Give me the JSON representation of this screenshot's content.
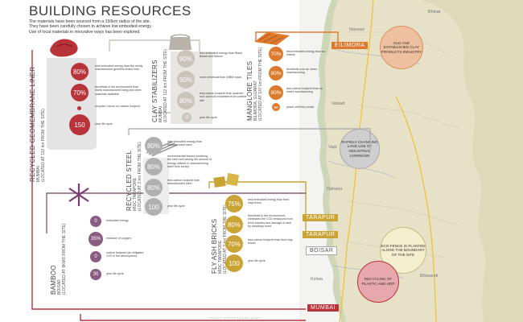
{
  "title": "BUILDING RESOURCES",
  "intro": [
    "The materials have been sourced from a 150km radius of the site.",
    "They have been carefully chosen to achieve low embodied energy.",
    "Use of local materials in innovative ways has been explored."
  ],
  "sections": {
    "geomembrane": {
      "name": "RECYCLED GEOMEMBRANE LINER",
      "location": "MUMBAI",
      "distance": "(LOCATED AT 112 km FROM THE SITE)",
      "stats": [
        "80%",
        "70%",
        "150"
      ],
      "notes": [
        "less embodied energy than the newly manufactured geomem-brane liner",
        "beneficial to the environment than newly manufactured lining and other materials available",
        "recycled, hence no carbon footprint",
        "year life cycle"
      ]
    },
    "clay_stabilizers": {
      "name": "CLAY STABILIZERS",
      "location": "MUMBAI",
      "distance": "(LOCATED AT 112 km FROM THE SITE)",
      "stats": [
        "90%",
        "50%",
        "80%",
        "10"
      ],
      "notes": [
        "less embodied energy than Black Basalt and Murum",
        "more beneficial than WBM roads",
        "less carbon footprint than quarried rock and soil excavated from outside site",
        "year life cycle"
      ]
    },
    "mangalore_tiles": {
      "name": "MANGLORE TILES",
      "location": "BILIMORA, GUJARAT",
      "distance": "(LOCATED AT 147 km FROM THE SITE)",
      "stats": [
        "70%",
        "80%",
        "80%",
        "50"
      ],
      "notes": [
        "less embodied energy than ac sheets",
        "beneficial over ac sheet manufacturing",
        "less carbon footprint than ac sheet manufacturing",
        "years until they break"
      ]
    },
    "steel": {
      "name": "RECYCLED STEEL",
      "location": "MIDC TARAPORE",
      "distance": "(LOCATED AT 3 km FROM THE SITE)",
      "stats": [
        "80%",
        "80%",
        "80%",
        "100"
      ],
      "notes": [
        "less embodied energy than manufactured steel",
        "environmental impact (reducing the steel and saving the amount of energy utilized in manufacturing steel from scrap)",
        "less carbon footprint than manufactured steel",
        "year life cycle"
      ]
    },
    "flyash": {
      "name": "FLY ASH BRICKS",
      "location": "MIDC TARAPORE",
      "distance": "(LOCATED AT 3 km FROM THE SITE)",
      "stats": [
        "75%",
        "80%",
        "70%",
        "100"
      ],
      "notes": [
        "less embodied energy than fired clay bricks",
        "beneficial to the environment, eliminates the CO2 emissions from brick industry and damage of land by sand/clay burnt",
        "less carbon footprint than fired clay bricks",
        "year life cycle"
      ]
    },
    "bamboo": {
      "name": "BAMBOO",
      "location": "BOISAR",
      "distance": "(LOCATED AT 8KMS FROM THE SITE)",
      "stats": [
        "0",
        "35%",
        "0",
        "30"
      ],
      "notes": [
        "embodied energy",
        "emission of oxygen",
        "carbon footprint (as mitigates CO2 in the atmosphere)",
        "year life cycle"
      ]
    }
  },
  "map": {
    "places": [
      "BILIMORA",
      "TARAPUR",
      "TARAPUR",
      "BOISAR",
      "MUMBAI"
    ],
    "bubbles": [
      "OLD AND ESTABLISHED CLAY PRODUCTS INDUSTRY",
      "RAPIDLY CHANGING LAND USE OF INDUSTRIAL CORRIDOR",
      "ECO-FENCE IS PLANTED ALONG THE BOUNDARY OF THE SITE",
      "RECYCLING OF PLASTIC AND HDP"
    ],
    "labels": [
      "Bhinar",
      "Valsad",
      "Navsari",
      "Bhiwandi",
      "Kelwa",
      "Vapi",
      "Dahanu"
    ]
  },
  "footer": "SANJIT GUPTA ASSOCIATES",
  "colors": {
    "geomembrane": "#b8333a",
    "clay": "#b9b2a8",
    "tiles": "#dd7a2e",
    "steel": "#a8a8a8",
    "flyash": "#c9a434",
    "bamboo": "#7a3c72",
    "mumbai": "#b8333a",
    "sea": "#f4f4f2",
    "land": "#e9e3cc"
  }
}
